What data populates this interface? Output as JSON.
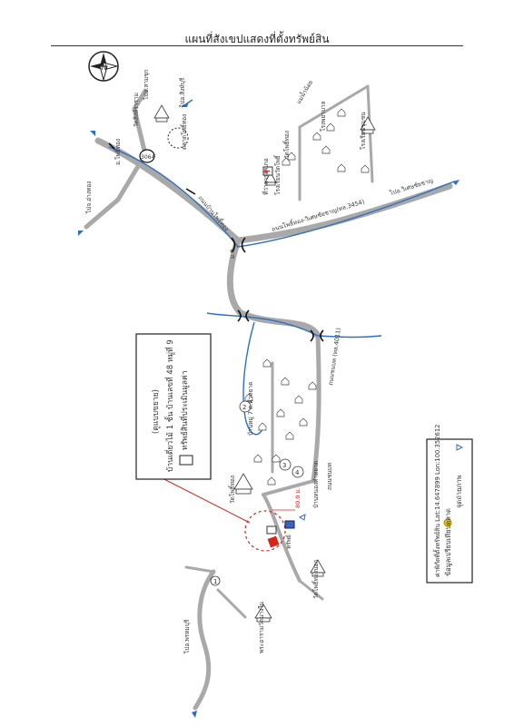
{
  "page": {
    "title": "แผนที่สังเขปแสดงที่ตั้งทรัพย์สิน"
  },
  "colors": {
    "road": "#a9a9a9",
    "river": "#2d6fc2",
    "highlight": "#d9241b",
    "accent": "#f2c500"
  },
  "legend": {
    "line1": "ทรัพย์สินที่ประเมินมูลค่า",
    "line2": "บ้านเดี่ยวไม้ 1 ชั้น บ้านเลขที่ 48 หมู่ที่ 9",
    "line3": "(ดูแบบขยาย)"
  },
  "info_box": {
    "photo_point": "จุดถ่ายภาพ",
    "landmark": "ข้อมูลเปรียบเทียบตลาด",
    "coordinates": "ค่าพิกัดที่ตั้งทรัพย์สิน Lat:14.647899 Lon:100.352612"
  },
  "map_labels": {
    "compass_n": "N",
    "to_samchuk": "ไปอ.สามชุก",
    "to_bangpla": "อ.โพธิ์ทอง",
    "to_angthong": "ไปจ.อ่างทอง",
    "to_sikao": "ไปอ.สิงห์บุรี",
    "market": "ตลาดโพธิ์ทอง",
    "wat_top": "วัดสิงห์ราราม",
    "thonburi_road": "ถนนบ้านโพธิ์ทอง",
    "district_office": "ที่ว่าการอำเภอ",
    "school": "โรงเรียนวัดโพธิ์",
    "wat_pho": "วัดโพธิ์ทอง",
    "nearby_road": "ถนนโพธิ์ทอง-วิเศษชัยชาญ(ทล.3454)",
    "to_wiset": "ไปอ.วิเศษชัยชาญ",
    "rural_road": "ถนนชนบท",
    "village_road": "ถนนชนบท (ทล.4011)",
    "school_label": "โรงเรียนชุมชน",
    "hospital": "โรงพยาบาล",
    "to_market_canal": "แม่น้ำน้อย",
    "moo9": "ม.9",
    "road_a": "บ้านหมู่ 7 ต.คำหยาด",
    "road_b": "บ้านหนองคำหยาด",
    "wat_left": "วัดโพธิ์ทอง",
    "distance": "80.0 ม.",
    "subject": "ทรัพย์",
    "wat_right": "วัดโพธิ์ทองนอก",
    "wat_bottom": "พระอารามวัดนางใน",
    "to_pathum": "ไปอ.พรหมบุรี",
    "hwy_shield": "3064",
    "num1": "1",
    "num2": "2",
    "num3": "3",
    "num4": "4"
  }
}
